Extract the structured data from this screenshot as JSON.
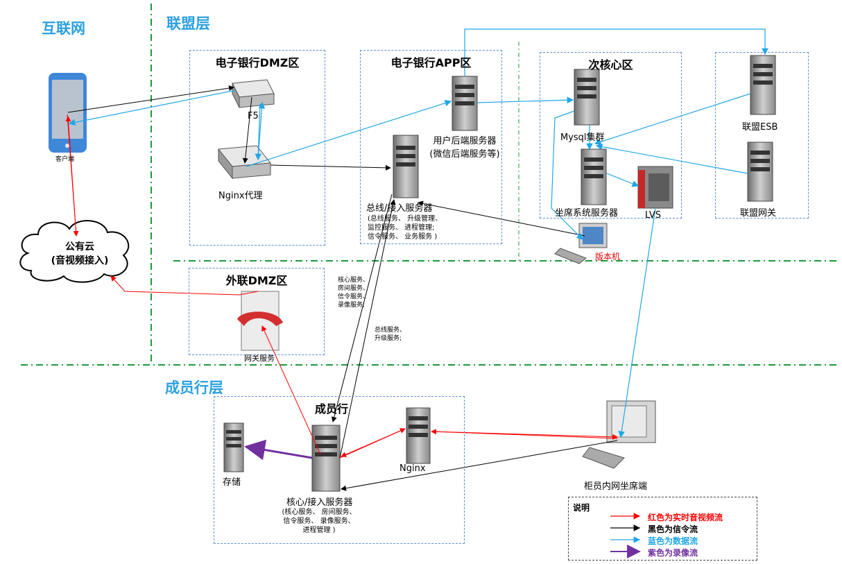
{
  "layers": {
    "internet": "互联网",
    "alliance": "联盟层",
    "member": "成员行层"
  },
  "zones": {
    "dmz": "电子银行DMZ区",
    "app": "电子银行APP区",
    "subcore": "次核心区",
    "external_dmz": "外联DMZ区",
    "member_bank": "成员行"
  },
  "nodes": {
    "client": "客户端",
    "f5": "F5",
    "nginx_proxy": "Nginx代理",
    "user_backend": "用户后端服务器",
    "user_backend_sub": "(微信后端服务等)",
    "bus_server": "总线/接入服务器",
    "bus_server_desc": [
      "(总线服务、 升级管理、",
      "监控服务、 进程管理;",
      "信令服务、 业务服务 )"
    ],
    "mysql": "Mysql集群",
    "seat_server": "坐席系统服务器",
    "lvs": "LVS",
    "version_pc": "版本机",
    "esb": "联盟ESB",
    "gateway": "联盟网关",
    "cloud": [
      "公有云",
      "(音视频接入)"
    ],
    "gateway_service": "网关服务",
    "storage": "存储",
    "core_server": "核心/接入服务器",
    "core_server_desc": [
      "(核心服务、 房间服务、",
      "信令服务、 录像服务、",
      "进程管理 )"
    ],
    "nginx": "Nginx",
    "teller_seat": "柜员内网坐席端"
  },
  "annotations": {
    "core_services": [
      "核心服务、",
      "房间服务、",
      "信令服务、",
      "录像服务;"
    ],
    "bus_services": [
      "总线服务、",
      "升级服务;"
    ]
  },
  "legend": {
    "title": "说明",
    "items": [
      {
        "label": "红色为实时音视频流",
        "color": "#ff0000"
      },
      {
        "label": "黑色为信令流",
        "color": "#000000"
      },
      {
        "label": "蓝色为数据流",
        "color": "#1ea7e6"
      },
      {
        "label": "紫色为录像流",
        "color": "#7030a0"
      }
    ]
  }
}
